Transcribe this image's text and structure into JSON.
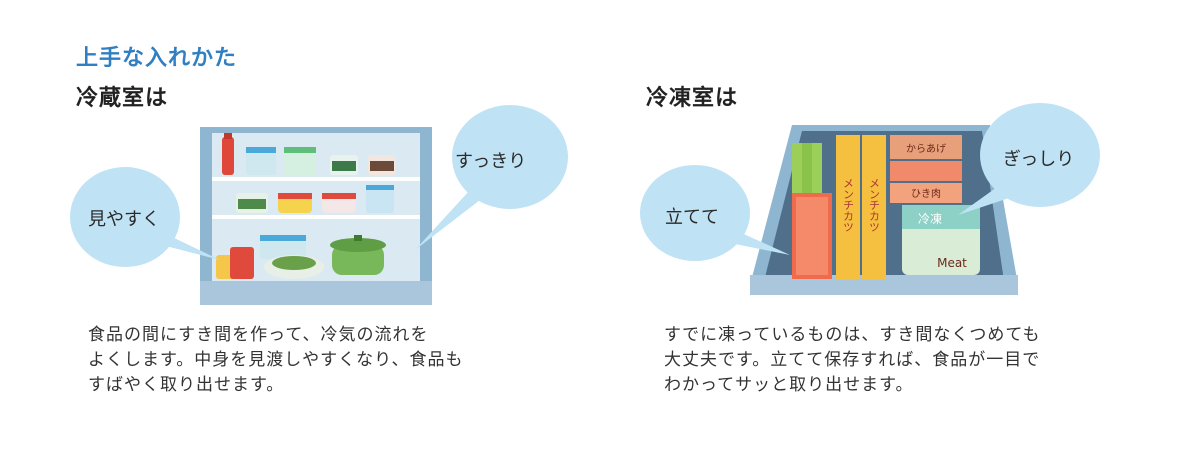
{
  "heading": "上手な入れかた",
  "fridge": {
    "title": "冷蔵室は",
    "bubble_left": "見やすく",
    "bubble_right": "すっきり",
    "description": "食品の間にすき間を作って、冷気の流れを\nよくします。中身を見渡しやすくなり、食品も\nすばやく取り出せます。"
  },
  "freezer": {
    "title": "冷凍室は",
    "bubble_left": "立てて",
    "bubble_right": "ぎっしり",
    "description": "すでに凍っているものは、すき間なくつめても\n大丈夫です。立てて保存すれば、食品が一目で\nわかってサッと取り出せます。",
    "package_labels": [
      "メンチカツ",
      "メンチカツ",
      "からあげ",
      "ひき肉",
      "Meat",
      "冷凍"
    ]
  },
  "colors": {
    "accent_blue": "#2f7fc2",
    "bubble_blue": "#bfe3f5",
    "fridge_body": "#8fb6d1",
    "fridge_inner": "#dbe9f3"
  }
}
